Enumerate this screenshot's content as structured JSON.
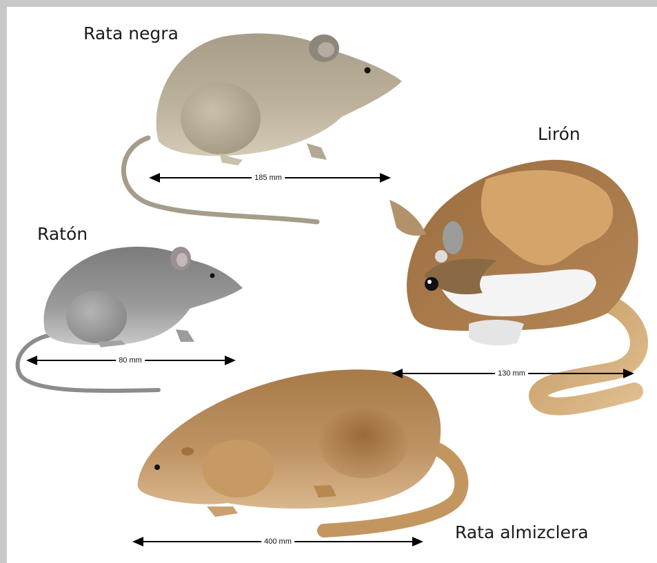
{
  "animals": {
    "rata_negra": {
      "name": "Rata negra",
      "length": "185 mm"
    },
    "liron": {
      "name": "Lirón",
      "length": "130 mm"
    },
    "raton": {
      "name": "Ratón",
      "length": "80 mm"
    },
    "rata_almizclera": {
      "name": "Rata almizclera",
      "length": "400 mm"
    }
  },
  "colors": {
    "rata_negra_body": "#b3a893",
    "liron_body": "#b68a5a",
    "raton_body": "#8f8f8f",
    "rata_almizclera_body": "#b88b55",
    "arrow": "#000000",
    "border": "#c8c8c8"
  }
}
